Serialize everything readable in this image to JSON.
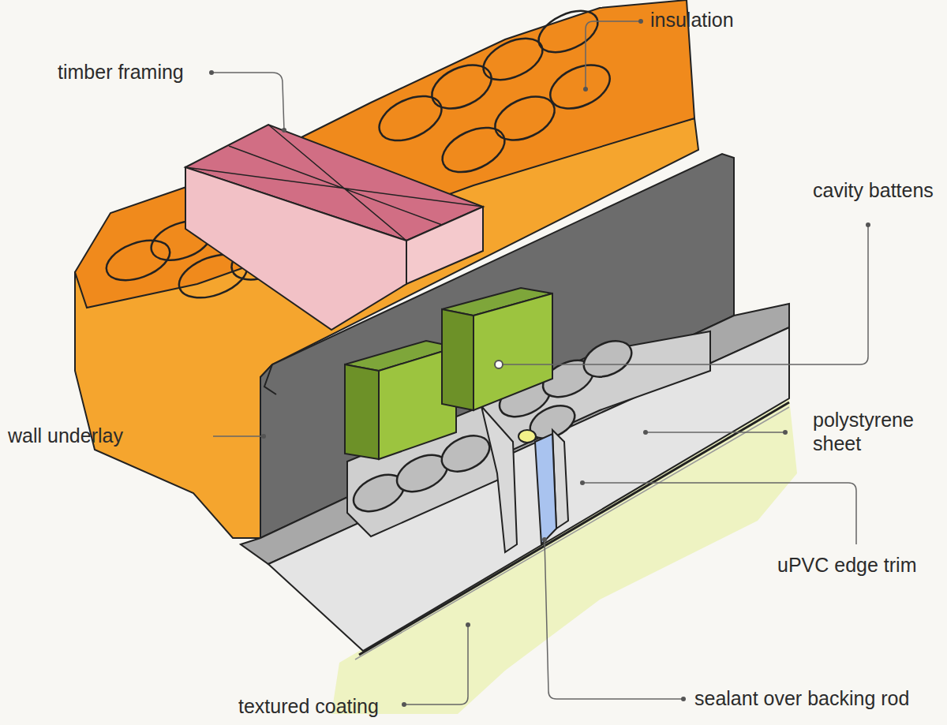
{
  "diagram": {
    "labels": [
      "insulation",
      "timber framing",
      "cavity battens",
      "wall underlay",
      "polystyrene sheet",
      "uPVC edge trim",
      "textured coating",
      "sealant over backing rod"
    ]
  }
}
